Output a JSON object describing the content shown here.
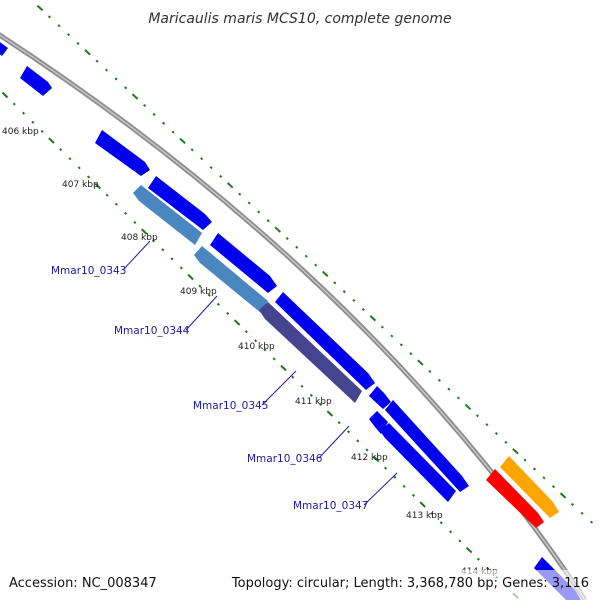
{
  "title": "Maricaulis maris MCS10, complete genome",
  "footer": {
    "accession": "Accession: NC_008347",
    "topology": "Topology: circular; Length: 3,368,780 bp; Genes: 3,116"
  },
  "colors": {
    "backbone": "#8c8c8c",
    "cds_blue": "#0000ee",
    "steel_blue": "#4a86c0",
    "purple": "#45458f",
    "red": "#ff0000",
    "orange": "#ffa500",
    "tick_green": "#1f7a1f",
    "label_blue": "#1a1aa8"
  },
  "kbp_labels": [
    "406 kbp",
    "407 kbp",
    "408 kbp",
    "409 kbp",
    "410 kbp",
    "411 kbp",
    "412 kbp",
    "413 kbp",
    "414 kbp"
  ],
  "gene_labels": [
    "Mmar10_0343",
    "Mmar10_0344",
    "Mmar10_0345",
    "Mmar10_0346",
    "Mmar10_0347"
  ]
}
